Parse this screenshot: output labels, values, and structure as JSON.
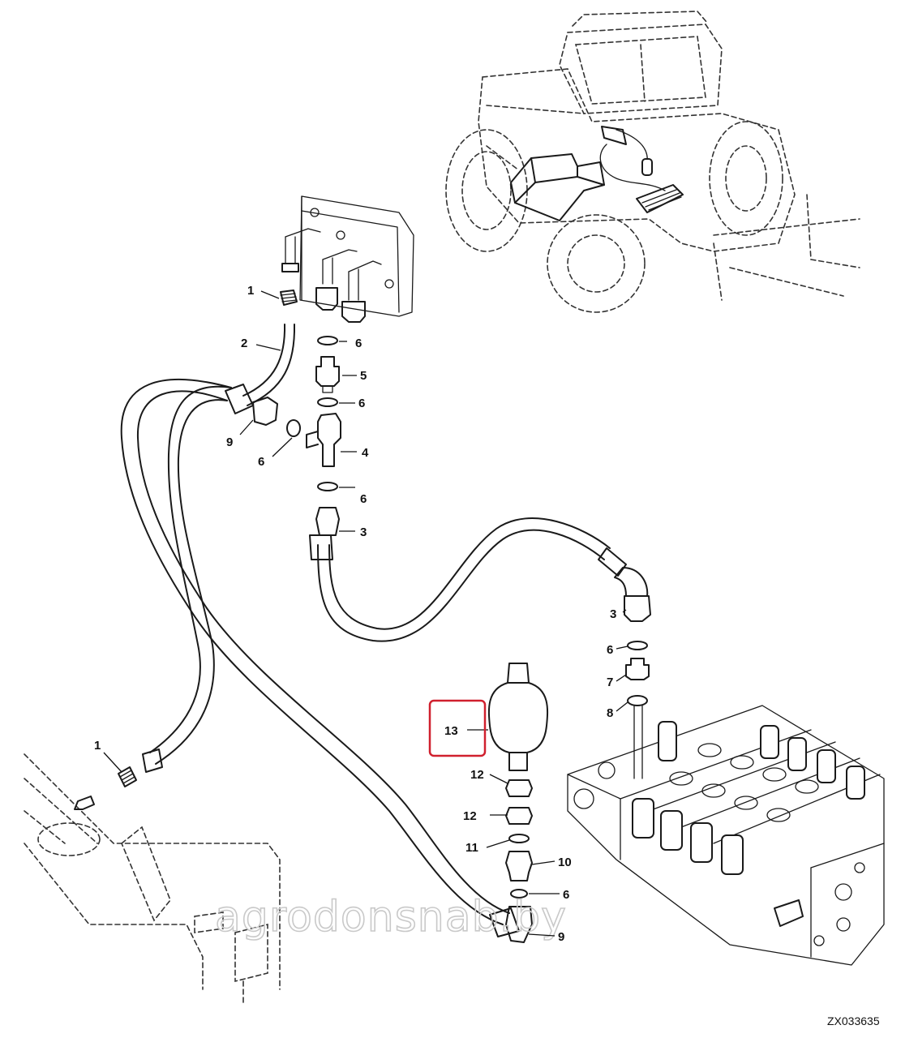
{
  "labels": {
    "c1_top": "1",
    "c2": "2",
    "c6_a": "6",
    "c5": "5",
    "c6_b": "6",
    "c4": "4",
    "c9_left": "9",
    "c6_left": "6",
    "c6_c": "6",
    "c3_a": "3",
    "c3_b": "3",
    "c6_d": "6",
    "c7": "7",
    "c8": "8",
    "c13": "13",
    "c12_a": "12",
    "c12_b": "12",
    "c11": "11",
    "c10": "10",
    "c6_e": "6",
    "c9_bottom": "9",
    "c1_bottom": "1"
  },
  "highlight_color": "#d0202e",
  "watermark": "agrodonsnab.by",
  "drawing_code": "ZX033635"
}
